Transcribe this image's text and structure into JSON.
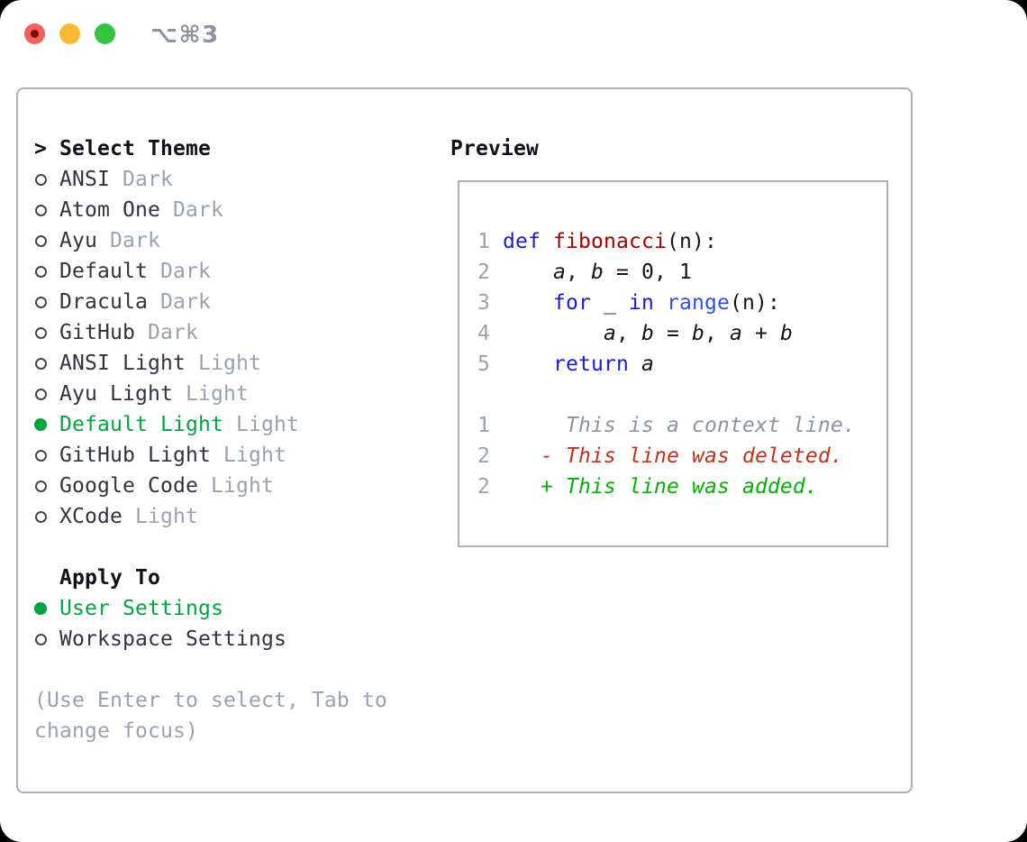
{
  "titlebar": {
    "shortcut": "⌥⌘3"
  },
  "colors": {
    "selection_green": "#00a53e",
    "diff_added_green": "#00b300",
    "diff_deleted_red": "#c5301c",
    "keyword_blue": "#1a19dd",
    "function_red": "#a30000",
    "muted_gray": "#9aa2ae",
    "border_gray": "#a8b0ba",
    "traffic_red": "#f2605a",
    "traffic_yellow": "#f9bb35",
    "traffic_green": "#33c53f"
  },
  "theme_list": {
    "header_prompt": ">",
    "header": "Select Theme",
    "items": [
      {
        "name": "ANSI",
        "variant": "Dark",
        "selected": false
      },
      {
        "name": "Atom One",
        "variant": "Dark",
        "selected": false
      },
      {
        "name": "Ayu",
        "variant": "Dark",
        "selected": false
      },
      {
        "name": "Default",
        "variant": "Dark",
        "selected": false
      },
      {
        "name": "Dracula",
        "variant": "Dark",
        "selected": false
      },
      {
        "name": "GitHub",
        "variant": "Dark",
        "selected": false
      },
      {
        "name": "ANSI Light",
        "variant": "Light",
        "selected": false
      },
      {
        "name": "Ayu Light",
        "variant": "Light",
        "selected": false
      },
      {
        "name": "Default Light",
        "variant": "Light",
        "selected": true
      },
      {
        "name": "GitHub Light",
        "variant": "Light",
        "selected": false
      },
      {
        "name": "Google Code",
        "variant": "Light",
        "selected": false
      },
      {
        "name": "XCode",
        "variant": "Light",
        "selected": false
      }
    ]
  },
  "apply_to": {
    "header": "Apply To",
    "options": [
      {
        "label": "User Settings",
        "selected": true
      },
      {
        "label": "Workspace Settings",
        "selected": false
      }
    ]
  },
  "hint": {
    "line1": "(Use Enter to select, Tab to",
    "line2": "change focus)"
  },
  "preview": {
    "header": "Preview",
    "lines": [
      [
        {
          "c": "num",
          "t": "1 "
        },
        {
          "c": "kw",
          "t": "def"
        },
        {
          "c": "plain",
          "t": " "
        },
        {
          "c": "fn",
          "t": "fibonacci"
        },
        {
          "c": "plain",
          "t": "(n):"
        }
      ],
      [
        {
          "c": "num",
          "t": "2 "
        },
        {
          "c": "plain",
          "t": "    "
        },
        {
          "c": "var",
          "t": "a"
        },
        {
          "c": "plain",
          "t": ", "
        },
        {
          "c": "var",
          "t": "b"
        },
        {
          "c": "plain",
          "t": " = 0, 1"
        }
      ],
      [
        {
          "c": "num",
          "t": "3 "
        },
        {
          "c": "plain",
          "t": "    "
        },
        {
          "c": "kw",
          "t": "for"
        },
        {
          "c": "plain",
          "t": " _ "
        },
        {
          "c": "kw",
          "t": "in"
        },
        {
          "c": "plain",
          "t": " "
        },
        {
          "c": "builtin",
          "t": "range"
        },
        {
          "c": "plain",
          "t": "(n):"
        }
      ],
      [
        {
          "c": "num",
          "t": "4 "
        },
        {
          "c": "plain",
          "t": "        "
        },
        {
          "c": "var",
          "t": "a"
        },
        {
          "c": "plain",
          "t": ", "
        },
        {
          "c": "var",
          "t": "b"
        },
        {
          "c": "plain",
          "t": " = "
        },
        {
          "c": "var",
          "t": "b"
        },
        {
          "c": "plain",
          "t": ", "
        },
        {
          "c": "var",
          "t": "a"
        },
        {
          "c": "plain",
          "t": " + "
        },
        {
          "c": "var",
          "t": "b"
        }
      ],
      [
        {
          "c": "num",
          "t": "5 "
        },
        {
          "c": "plain",
          "t": "    "
        },
        {
          "c": "kw",
          "t": "return"
        },
        {
          "c": "plain",
          "t": " "
        },
        {
          "c": "var",
          "t": "a"
        }
      ],
      [],
      [
        {
          "c": "num",
          "t": "1"
        },
        {
          "c": "ctx",
          "t": "      This is a context line."
        }
      ],
      [
        {
          "c": "num",
          "t": "2"
        },
        {
          "c": "del",
          "t": "    - This line was deleted."
        }
      ],
      [
        {
          "c": "num",
          "t": "2"
        },
        {
          "c": "add",
          "t": "    + This line was added."
        }
      ]
    ]
  }
}
